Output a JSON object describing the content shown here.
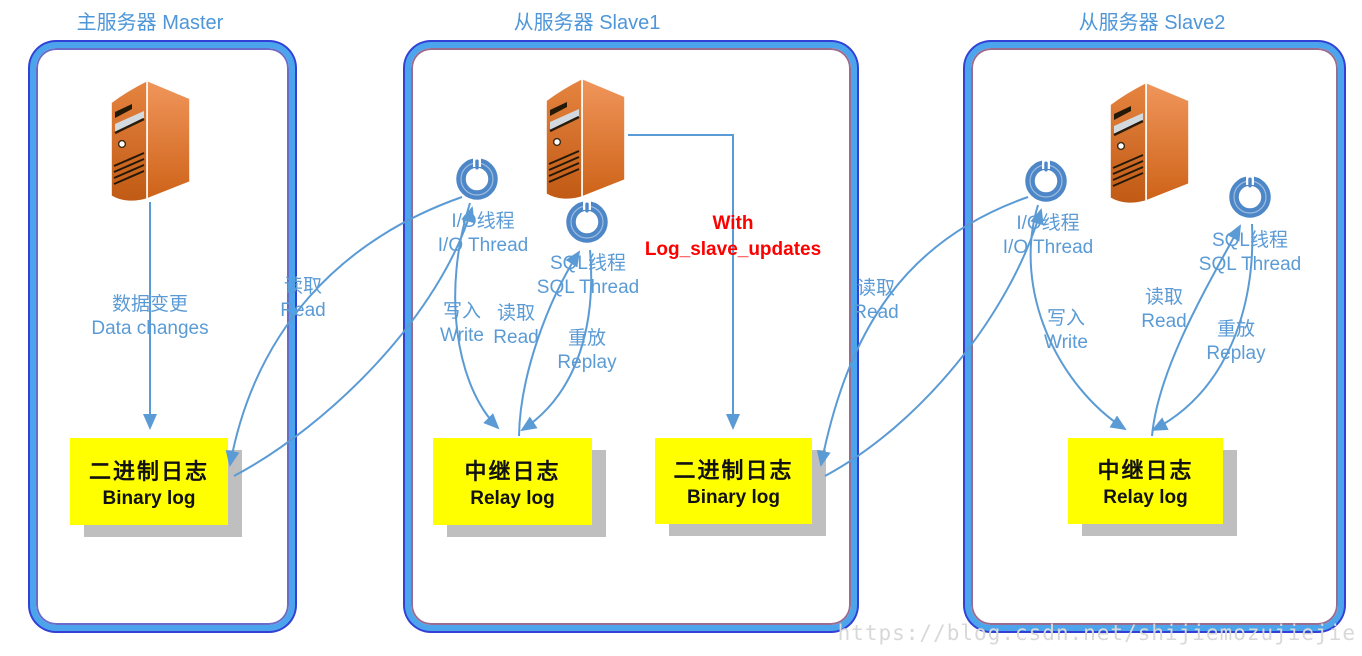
{
  "panels": [
    {
      "id": "master",
      "title": "主服务器 Master"
    },
    {
      "id": "slave1",
      "title": "从服务器 Slave1"
    },
    {
      "id": "slave2",
      "title": "从服务器 Slave2"
    }
  ],
  "master": {
    "data_change": {
      "zh": "数据变更",
      "en": "Data changes"
    },
    "binary_log": {
      "zh": "二进制日志",
      "en": "Binary log"
    }
  },
  "links": {
    "read_master_to_slave1": {
      "zh": "读取",
      "en": "Read"
    },
    "read_slave1_to_slave2": {
      "zh": "读取",
      "en": "Read"
    }
  },
  "slave1": {
    "io_thread": {
      "zh": "I/O线程",
      "en": "I/O Thread"
    },
    "sql_thread": {
      "zh": "SQL线程",
      "en": "SQL Thread"
    },
    "write": {
      "zh": "写入",
      "en": "Write"
    },
    "read": {
      "zh": "读取",
      "en": "Read"
    },
    "replay": {
      "zh": "重放",
      "en": "Replay"
    },
    "relay_log": {
      "zh": "中继日志",
      "en": "Relay log"
    },
    "binary_log": {
      "zh": "二进制日志",
      "en": "Binary log"
    },
    "note": {
      "line1": "With",
      "line2": "Log_slave_updates"
    }
  },
  "slave2": {
    "io_thread": {
      "zh": "I/O线程",
      "en": "I/O Thread"
    },
    "sql_thread": {
      "zh": "SQL线程",
      "en": "SQL Thread"
    },
    "write": {
      "zh": "写入",
      "en": "Write"
    },
    "read": {
      "zh": "读取",
      "en": "Read"
    },
    "replay": {
      "zh": "重放",
      "en": "Replay"
    },
    "relay_log": {
      "zh": "中继日志",
      "en": "Relay log"
    }
  },
  "watermark": "https://blog.csdn.net/shijiemozujiejie",
  "colors": {
    "accent_blue": "#5B9BD5",
    "panel_border": "#4BA4EC",
    "panel_border_dark": "#3340D6",
    "box_yellow": "#FFFF00",
    "box_shadow_gray": "#BFBFBF",
    "note_red": "#FF0000",
    "server_orange": "#DF7B35",
    "text_black": "#111111"
  }
}
